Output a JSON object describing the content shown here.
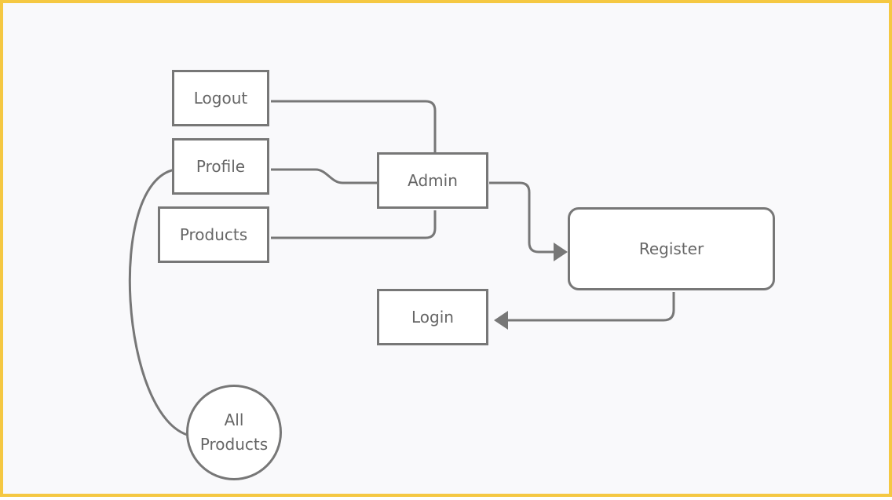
{
  "diagram": {
    "nodes": {
      "logout": "Logout",
      "profile": "Profile",
      "products": "Products",
      "admin": "Admin",
      "register": "Register",
      "login": "Login",
      "all_products": "All\nProducts"
    },
    "edges": [
      {
        "from": "Logout",
        "to": "Admin",
        "arrow": false
      },
      {
        "from": "Profile",
        "to": "Admin",
        "arrow": false
      },
      {
        "from": "Products",
        "to": "Admin",
        "arrow": false
      },
      {
        "from": "Admin",
        "to": "Register",
        "arrow": true
      },
      {
        "from": "Register",
        "to": "Login",
        "arrow": true
      },
      {
        "from": "Profile",
        "to": "All Products",
        "arrow": false
      }
    ],
    "colors": {
      "border": "#f5c842",
      "background": "#f9f9fb",
      "stroke": "#777777",
      "text": "#666666"
    }
  }
}
